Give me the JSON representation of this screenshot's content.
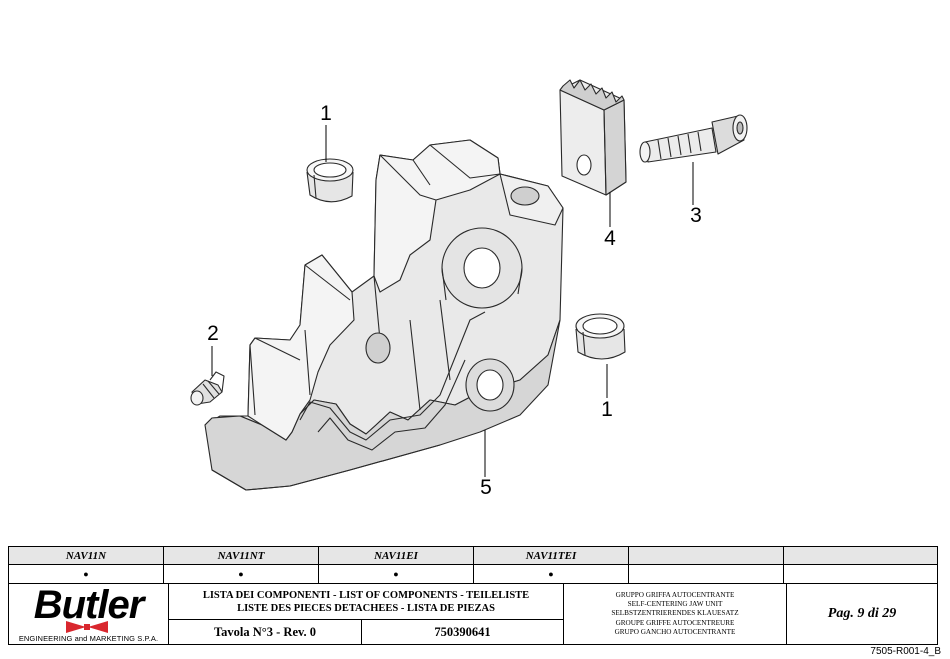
{
  "callouts": [
    {
      "number": "1"
    },
    {
      "number": "2"
    },
    {
      "number": "3"
    },
    {
      "number": "4"
    },
    {
      "number": "1"
    },
    {
      "number": "5"
    }
  ],
  "variants": [
    {
      "code": "NAV11N",
      "mark": "●"
    },
    {
      "code": "NAV11NT",
      "mark": "●"
    },
    {
      "code": "NAV11EI",
      "mark": "●"
    },
    {
      "code": "NAV11TEI",
      "mark": "●"
    }
  ],
  "brand": {
    "name": "Butler",
    "tagline": "ENGINEERING and MARKETING S.P.A.",
    "accent_color": "#d9272e"
  },
  "components_title": {
    "line1": "LISTA DEI COMPONENTI - LIST OF COMPONENTS - TEILELISTE",
    "line2": "LISTE DES PIECES DETACHEES - LISTA DE PIEZAS"
  },
  "table": {
    "label": "Tavola N°3 - Rev. 0",
    "code": "750390641"
  },
  "group_names": [
    "GRUPPO GRIFFA AUTOCENTRANTE",
    "SELF-CENTERING JAW UNIT",
    "SELBSTZENTRIERENDES KLAUESATZ",
    "GROUPE GRIFFE AUTOCENTREURE",
    "GRUPO GANCHO AUTOCENTRANTE"
  ],
  "page": "Pag. 9 di 29",
  "doc_ref": "7505-R001-4_B"
}
